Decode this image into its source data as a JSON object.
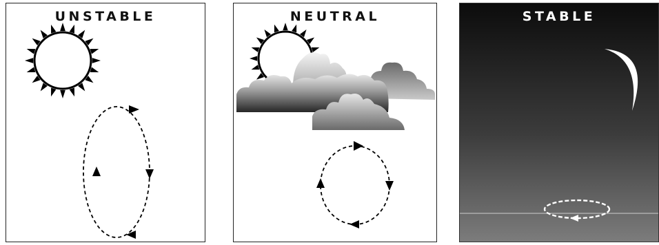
{
  "panels": [
    {
      "id": "unstable",
      "title": "UNSTABLE",
      "sky": "#ffffff",
      "icons": [
        "sun-icon"
      ],
      "loop": "large-vertical-circulation"
    },
    {
      "id": "neutral",
      "title": "NEUTRAL",
      "sky": "#ffffff",
      "icons": [
        "sun-icon",
        "cloud-icon"
      ],
      "loop": "medium-circulation"
    },
    {
      "id": "stable",
      "title": "STABLE",
      "sky": "#0c0c0c",
      "icons": [
        "moon-icon"
      ],
      "loop": "flat-shallow-circulation"
    }
  ]
}
